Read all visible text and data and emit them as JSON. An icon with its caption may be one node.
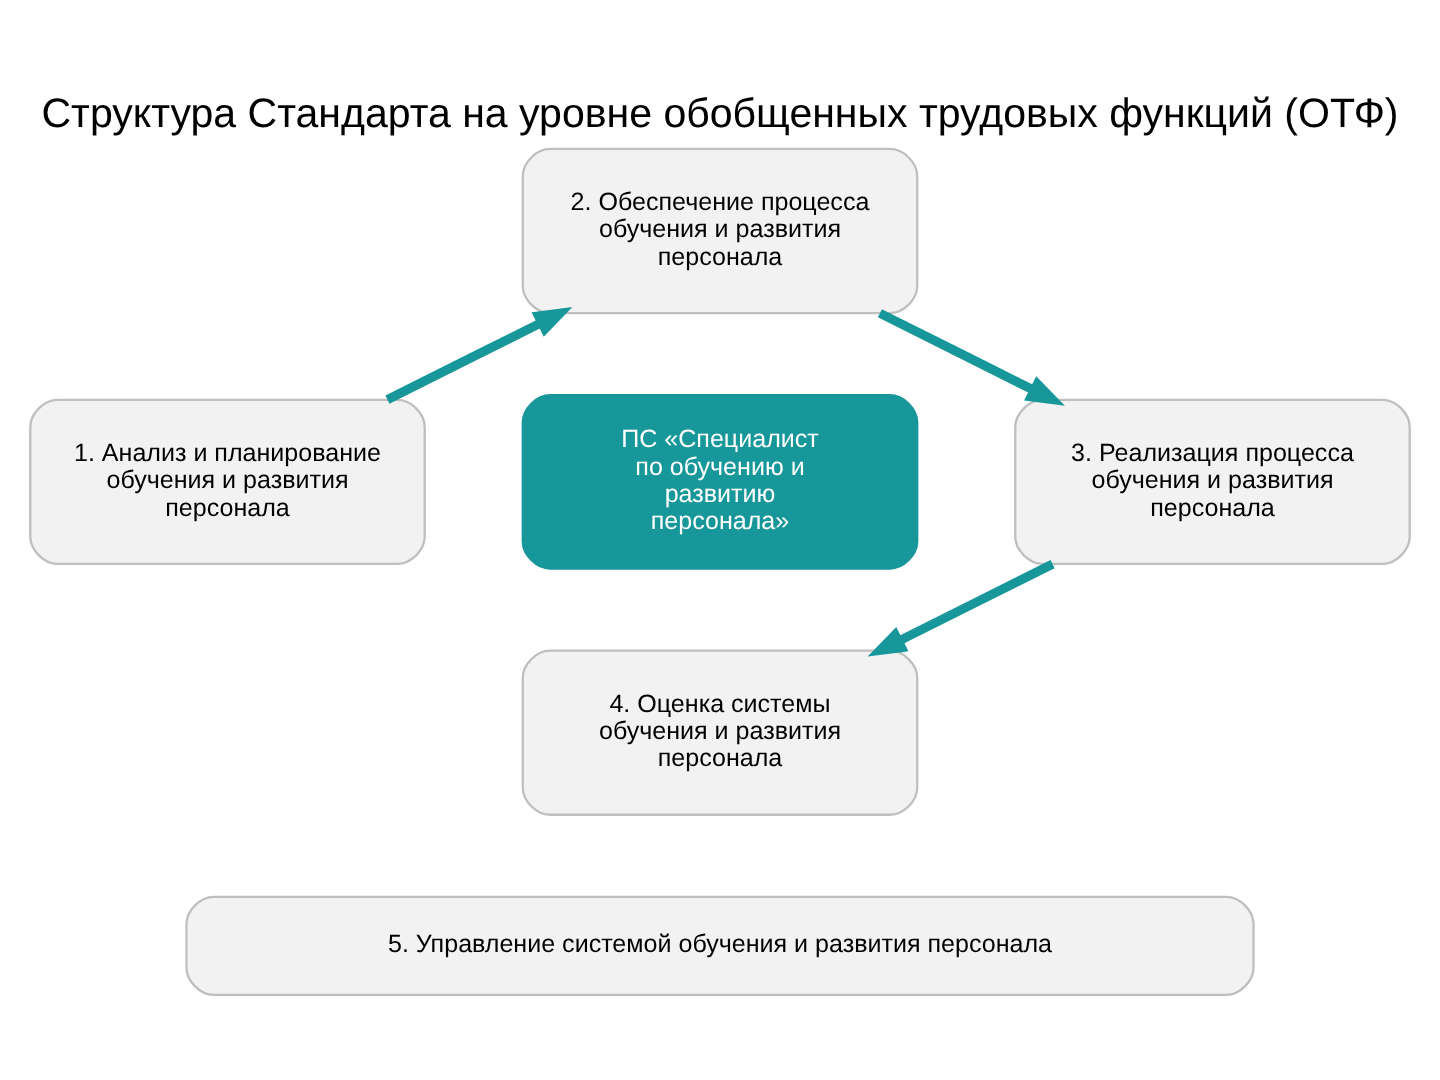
{
  "diagram": {
    "title": "Структура Стандарта на уровне обобщенных трудовых функций (ОТФ)",
    "nodes": [
      {
        "text": [
          "2. Обеспечение процесса обучения и развития персонала"
        ]
      },
      {
        "text": [
          "1. Анализ и планирование обучения и развития персонала"
        ]
      },
      {
        "text": [
          "ПС «Специалист по обучению и развитию персонала»"
        ]
      },
      {
        "text": [
          "3. Реализация процесса обучения и развития персонала"
        ]
      },
      {
        "text": [
          "4. Оценка системы обучения и развития персонала"
        ]
      },
      {
        "text": [
          "5. Управление системой обучения и развития персонала"
        ]
      }
    ],
    "edges": [
      {
        "from": 1,
        "to": 0,
        "arrow": "to"
      },
      {
        "from": 0,
        "to": 3,
        "arrow": "to"
      },
      {
        "from": 3,
        "to": 4,
        "arrow": "to"
      }
    ]
  }
}
